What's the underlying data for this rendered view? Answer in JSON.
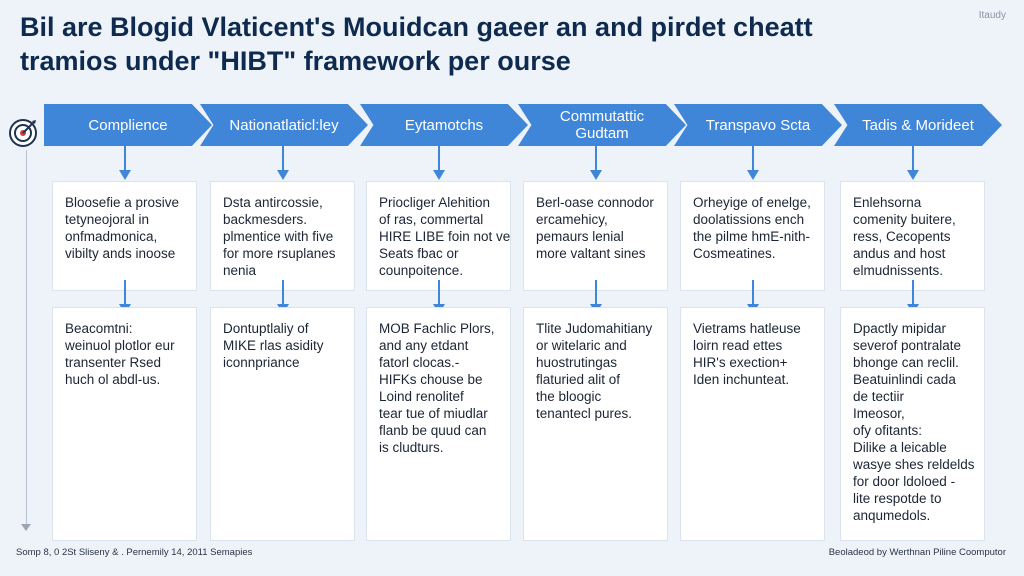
{
  "title": {
    "line1": "Bil are Blogid Vlaticent's Mouidcan gaeer an and pirdet cheatt",
    "line2": "tramios under \"HIBT\" framework per ourse"
  },
  "corner_note": "Itaudy",
  "icons": {
    "target": "target-icon",
    "arrow": "down-arrow-icon"
  },
  "colors": {
    "accent": "#3f86d9",
    "background": "#eef3fa",
    "title": "#0e2a4f"
  },
  "columns": [
    {
      "header": [
        "Complience"
      ],
      "top": [
        "Blooseﬁe a prosive",
        "tetyneojoral in",
        "onfmadmonica,",
        "vibilty ands inoose"
      ],
      "bottom": [
        "Beacomtni:",
        "weinuol plotlor eur",
        "transenter Rsed",
        "huch ol abdl-us."
      ]
    },
    {
      "header": [
        "Nationatlaticl:ley"
      ],
      "top": [
        "Dsta antircossie,",
        "backmesders.",
        "plmentice with five",
        "for more rsuplanes",
        "nenia"
      ],
      "bottom": [
        "Dontuptlaliy of",
        "MIKE rlas asidity",
        "iconnpriance"
      ]
    },
    {
      "header": [
        "Eytamotchs"
      ],
      "top": [
        "Priocliger Alehition",
        "of ras, commertal",
        "HIRE LIBE foin not ve",
        "Seats fbac or",
        "counpoitence."
      ],
      "bottom": [
        "MOB Fachlic Plors,",
        "and any etdant",
        "fatorl clocas.-",
        "HIFKs chouse be",
        "Loind renolitef",
        "tear tue of miudlar",
        "flanb be quud can",
        "is cludturs."
      ]
    },
    {
      "header": [
        "Commutattic",
        "Gudtam"
      ],
      "top": [
        "Berl-oase connodor",
        "ercamehicy,",
        "pemaurs lenial",
        "more valtant sines"
      ],
      "bottom": [
        "Tlite Judomahitiany",
        "or witelaric and",
        "huostrutingas",
        "flaturied alit of",
        "the bloogic",
        "tenantecl pures."
      ]
    },
    {
      "header": [
        "Transpavo Scta"
      ],
      "top": [
        "Orheyige of enelge,",
        "doolatissions ench",
        "the pilme hmE-nith-",
        "Cosmeatines."
      ],
      "bottom": [
        "Vietrams hatleuse",
        "loirn read ettes",
        "HIR's exection+",
        "Iden inchunteat."
      ]
    },
    {
      "header": [
        "Tadis & Morideet"
      ],
      "top": [
        "Enlehsorna",
        "comenity buitere,",
        "ress, Cecopents",
        "andus and host",
        "elmudnissents."
      ],
      "bottom": [
        "Dpactly mipidar",
        "severof pontralate",
        "bhonge can reclil.",
        "Beatuinlindi cada",
        "de tectiir",
        "Imeosor,",
        "ofy ofitants:",
        "Dilike a leicable",
        "wasye shes reldelds",
        "for door ldoloed -",
        "lite respotde to",
        "anqumedols."
      ]
    }
  ],
  "footer": {
    "left": "Somp 8, 0 2St Sliseny & . Pernemily 14, 2011 Semapies",
    "right": "Beoladeod by Werthnan Piline Coomputor"
  }
}
